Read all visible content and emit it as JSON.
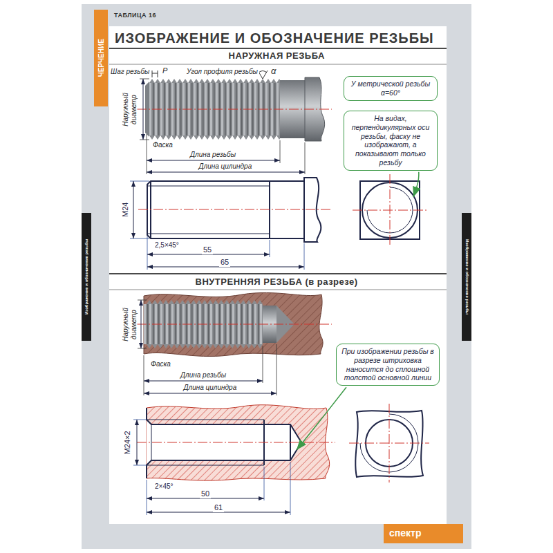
{
  "diagram": {
    "title": "ИЗОБРАЖЕНИЕ И ОБОЗНАЧЕНИЕ РЕЗЬБЫ",
    "nodes": [
      {
        "text": [
          "У метрической резьбы α=60°"
        ]
      },
      {
        "text": [
          "На видах, перпендикулярных оси резьбы, фаску не изображают, а показывают только резьбу"
        ]
      },
      {
        "text": [
          "При изображении резьбы в разрезе штриховка наносится до сплошной толстой основной линии"
        ]
      }
    ],
    "labels": [
      "ТАБЛИЦА 16",
      "ЧЕРЧЕНИЕ",
      "НАРУЖНАЯ РЕЗЬБА",
      "Шаг резьбы",
      "P",
      "Угол профиля резьбы",
      "α",
      "Наружный диаметр",
      "Фаска",
      "Длина резьбы",
      "Длина цилиндра",
      "M24",
      "2,5×45°",
      "55",
      "65",
      "ВНУТРЕННЯЯ РЕЗЬБА (в разрезе)",
      "Наружный диаметр",
      "Фаска",
      "Длина резьбы",
      "Длина цилиндра",
      "M24×2",
      "2×45°",
      "50",
      "61",
      "Изображение и обозначение резьбы",
      "Изображение и обозначение резьбы",
      "спектр"
    ]
  }
}
